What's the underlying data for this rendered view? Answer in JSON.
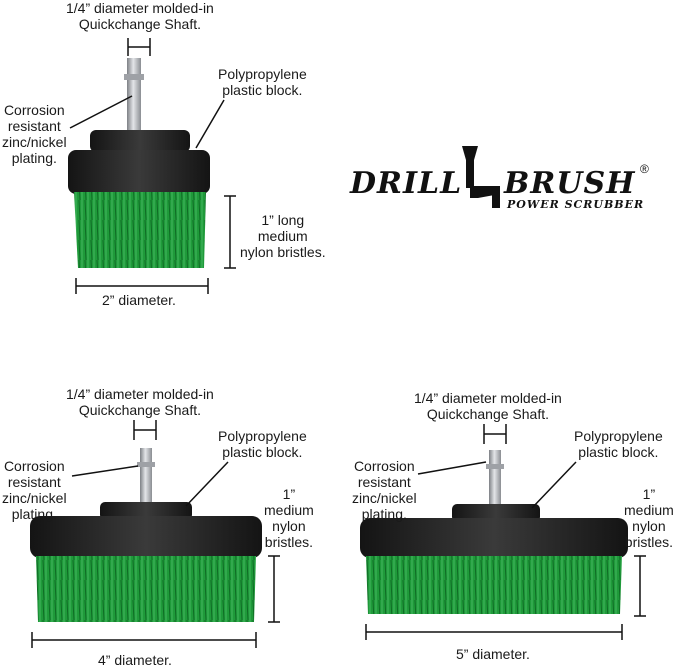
{
  "logo": {
    "word1": "DRILL",
    "word2": "BRUSH",
    "tagline": "POWER SCRUBBER",
    "registered": "®"
  },
  "brush_2in": {
    "shaft_label": [
      "1/4” diameter molded-in",
      "Quickchange Shaft."
    ],
    "block_label": [
      "Polypropylene",
      "plastic block."
    ],
    "plating_label": [
      "Corrosion",
      "resistant",
      "zinc/nickel",
      "plating."
    ],
    "bristle_label": [
      "1” long",
      "medium",
      "nylon bristles."
    ],
    "diameter_label": "2” diameter."
  },
  "brush_4in": {
    "shaft_label": [
      "1/4” diameter molded-in",
      "Quickchange Shaft."
    ],
    "block_label": [
      "Polypropylene",
      "plastic block."
    ],
    "plating_label": [
      "Corrosion",
      "resistant",
      "zinc/nickel",
      "plating."
    ],
    "bristle_label": [
      "1”",
      "medium",
      "nylon",
      "bristles."
    ],
    "diameter_label": "4” diameter."
  },
  "brush_5in": {
    "shaft_label": [
      "1/4” diameter molded-in",
      "Quickchange Shaft."
    ],
    "block_label": [
      "Polypropylene",
      "plastic block."
    ],
    "plating_label": [
      "Corrosion",
      "resistant",
      "zinc/nickel",
      "plating."
    ],
    "bristle_label": [
      "1”",
      "medium",
      "nylon",
      "bristles."
    ],
    "diameter_label": "5” diameter."
  },
  "colors": {
    "bristle": "#1f9a3a",
    "bristle_dark": "#0f6b25",
    "block": "#222222",
    "shaft": "#b9bcc0"
  }
}
